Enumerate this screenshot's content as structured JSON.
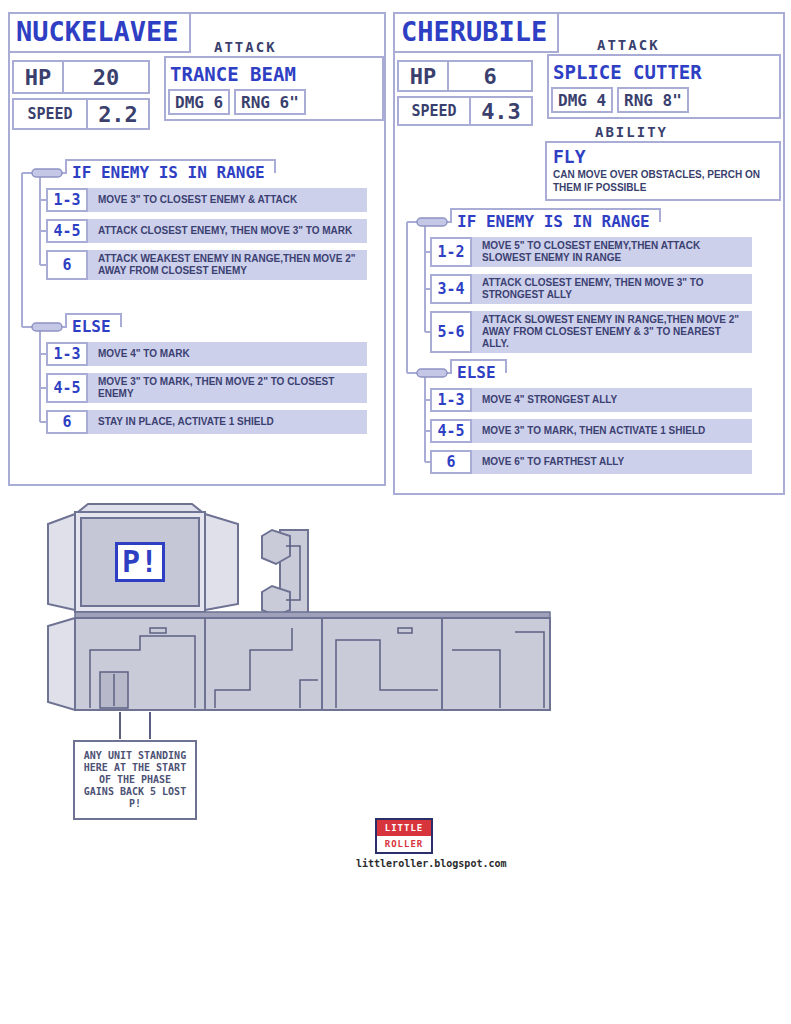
{
  "diagram": {
    "nodes": [
      {
        "text": [
          "NUCKELAVEE"
        ]
      },
      {
        "text": [
          "HP",
          "20"
        ],
        "in": 0
      },
      {
        "text": [
          "SPEED",
          "2.2"
        ],
        "in": 0
      },
      {
        "text": [
          "ATTACK",
          "TRANCE BEAM"
        ],
        "in": 0
      },
      {
        "text": [
          "DMG 6"
        ],
        "in": 3
      },
      {
        "text": [
          "RNG 6\""
        ],
        "in": 3
      },
      {
        "text": [
          "MOVE 3\" TO CLOSEST ENEMY & ATTACK"
        ],
        "in": 0
      },
      {
        "text": [
          "1-3"
        ],
        "in": 6
      },
      {
        "text": [
          "ATTACK CLOSEST ENEMY, THEN MOVE 3\" TO MARK"
        ],
        "in": 0
      },
      {
        "text": [
          "4-5"
        ],
        "in": 8
      },
      {
        "text": [
          "ATTACK WEAKEST ENEMY IN RANGE,THEN MOVE 2\" AWAY FROM CLOSEST ENEMY"
        ],
        "in": 0
      },
      {
        "text": [
          "6"
        ],
        "in": 10
      },
      {
        "text": [
          "MOVE 4\" TO MARK"
        ],
        "in": 0
      },
      {
        "text": [
          "1-3"
        ],
        "in": 12
      },
      {
        "text": [
          "MOVE 3\" TO MARK, THEN MOVE 2\" TO CLOSEST ENEMY"
        ],
        "in": 0
      },
      {
        "text": [
          "4-5"
        ],
        "in": 14
      },
      {
        "text": [
          "STAY IN PLACE, ACTIVATE 1 SHIELD"
        ],
        "in": 0
      },
      {
        "text": [
          "6"
        ],
        "in": 16
      },
      {
        "text": [
          "CHERUBILE"
        ]
      },
      {
        "text": [
          "HP",
          "6"
        ],
        "in": 18
      },
      {
        "text": [
          "SPEED",
          "4.3"
        ],
        "in": 18
      },
      {
        "text": [
          "ATTACK",
          "SPLICE CUTTER"
        ],
        "in": 18
      },
      {
        "text": [
          "DMG 4"
        ],
        "in": 21
      },
      {
        "text": [
          "RNG 8\""
        ],
        "in": 21
      },
      {
        "text": [
          "ABILITY",
          "FLY",
          "CAN MOVE OVER OBSTACLES, PERCH ON THEM IF POSSIBLE"
        ],
        "in": 18
      },
      {
        "text": [
          "MOVE 5\" TO CLOSEST ENEMY,THEN ATTACK SLOWEST ENEMY IN RANGE"
        ],
        "in": 18
      },
      {
        "text": [
          "1-2"
        ],
        "in": 25
      },
      {
        "text": [
          "ATTACK CLOSEST ENEMY, THEN MOVE 3\" TO STRONGEST ALLY"
        ],
        "in": 18
      },
      {
        "text": [
          "3-4"
        ],
        "in": 27
      },
      {
        "text": [
          "ATTACK SLOWEST ENEMY IN RANGE,THEN MOVE 2\" AWAY FROM CLOSEST ENEMY & 3\" TO NEAREST ALLY."
        ],
        "in": 18
      },
      {
        "text": [
          "5-6"
        ],
        "in": 29
      },
      {
        "text": [
          "MOVE 4\" STRONGEST ALLY"
        ],
        "in": 18
      },
      {
        "text": [
          "1-3"
        ],
        "in": 31
      },
      {
        "text": [
          "MOVE 3\" TO MARK, THEN ACTIVATE 1 SHIELD"
        ],
        "in": 18
      },
      {
        "text": [
          "4-5"
        ],
        "in": 33
      },
      {
        "text": [
          "MOVE 6\" TO FARTHEST ALLY"
        ],
        "in": 18
      },
      {
        "text": [
          "6"
        ],
        "in": 35
      },
      {
        "text": [
          "P!"
        ]
      },
      {
        "text": [
          "ANY UNIT STANDING HERE AT THE START OF THE PHASE GAINS BACK 5 LOST P!"
        ]
      },
      {
        "text": [
          "LITTLE",
          "ROLLER"
        ]
      }
    ],
    "labels": [
      "IF ENEMY IS IN RANGE",
      "ELSE",
      "IF ENEMY IS IN RANGE",
      "ELSE",
      "littleroller.blogspot.com"
    ]
  }
}
